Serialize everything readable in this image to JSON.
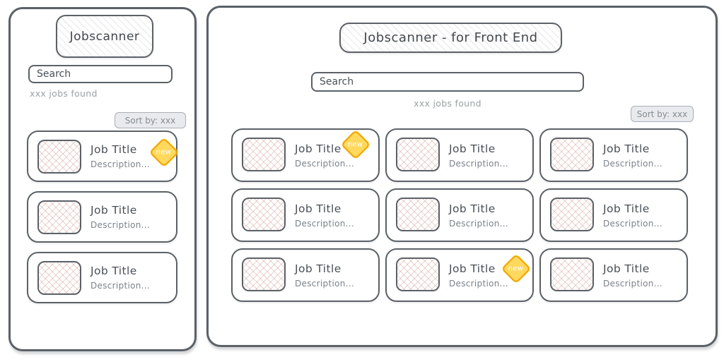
{
  "colors": {
    "stroke": "#5b6167",
    "muted_text": "#9aa1a8",
    "title_text": "#43484e",
    "description_text": "#7b828a",
    "button_fill": "#e8eaed",
    "button_text": "#868d94",
    "badge_fill": "#ffd95e",
    "badge_stroke": "#f0a500",
    "badge_text_color": "#ffffff",
    "thumb_hatch": "#d09e94"
  },
  "mobile": {
    "title": "Jobscanner",
    "search_placeholder": "Search",
    "jobs_found": "xxx jobs found",
    "sort_label": "Sort by: xxx",
    "cards": [
      {
        "title": "Job Title",
        "description": "Description...",
        "badge": "new"
      },
      {
        "title": "Job Title",
        "description": "Description...",
        "badge": null
      },
      {
        "title": "Job Title",
        "description": "Description...",
        "badge": null
      }
    ]
  },
  "desktop": {
    "title": "Jobscanner - for Front End",
    "search_placeholder": "Search",
    "jobs_found": "xxx jobs found",
    "sort_label": "Sort by: xxx",
    "cards": [
      {
        "title": "Job Title",
        "description": "Description...",
        "badge": "new"
      },
      {
        "title": "Job Title",
        "description": "Description...",
        "badge": null
      },
      {
        "title": "Job Title",
        "description": "Description...",
        "badge": null
      },
      {
        "title": "Job Title",
        "description": "Description...",
        "badge": null
      },
      {
        "title": "Job Title",
        "description": "Description...",
        "badge": null
      },
      {
        "title": "Job Title",
        "description": "Description...",
        "badge": null
      },
      {
        "title": "Job Title",
        "description": "Description...",
        "badge": null
      },
      {
        "title": "Job Title",
        "description": "Description...",
        "badge": "new"
      },
      {
        "title": "Job Title",
        "description": "Description...",
        "badge": null
      }
    ]
  }
}
